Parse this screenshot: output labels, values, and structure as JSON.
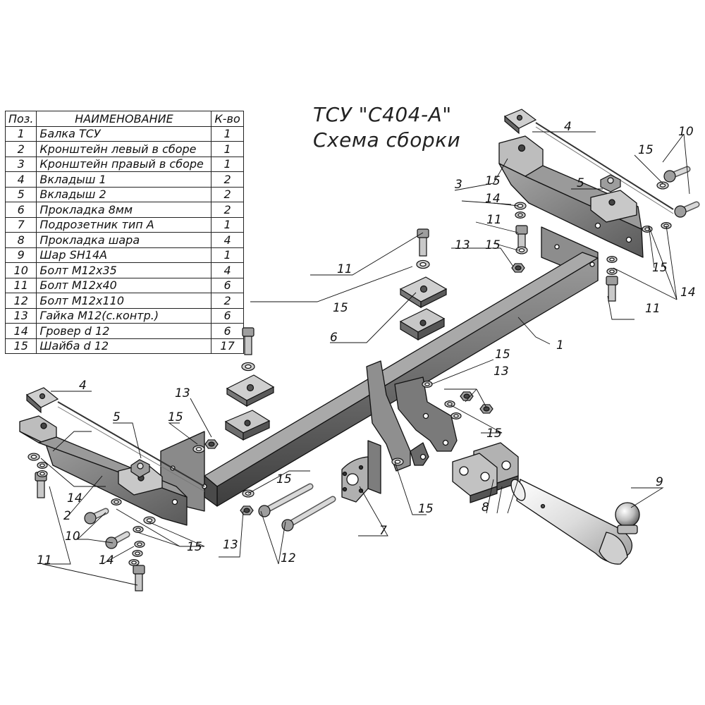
{
  "title": {
    "line1": "ТСУ \"С404-А\"",
    "line2": "Схема сборки"
  },
  "bom": {
    "headers": {
      "pos": "Поз.",
      "name": "НАИМЕНОВАНИЕ",
      "qty": "К-во"
    },
    "rows": [
      {
        "pos": "1",
        "name": "Балка ТСУ",
        "qty": "1"
      },
      {
        "pos": "2",
        "name": "Кронштейн левый в сборе",
        "qty": "1"
      },
      {
        "pos": "3",
        "name": "Кронштейн правый в сборе",
        "qty": "1"
      },
      {
        "pos": "4",
        "name": "Вкладыш 1",
        "qty": "2"
      },
      {
        "pos": "5",
        "name": "Вкладыш 2",
        "qty": "2"
      },
      {
        "pos": "6",
        "name": "Прокладка 8мм",
        "qty": "2"
      },
      {
        "pos": "7",
        "name": "Подрозетник тип А",
        "qty": "1"
      },
      {
        "pos": "8",
        "name": "Прокладка шара",
        "qty": "4"
      },
      {
        "pos": "9",
        "name": "Шар SH14A",
        "qty": "1"
      },
      {
        "pos": "10",
        "name": "Болт М12х35",
        "qty": "4"
      },
      {
        "pos": "11",
        "name": "Болт М12х40",
        "qty": "6"
      },
      {
        "pos": "12",
        "name": "Болт М12х110",
        "qty": "2"
      },
      {
        "pos": "13",
        "name": "Гайка М12(с.контр.)",
        "qty": "6"
      },
      {
        "pos": "14",
        "name": "Гровер d 12",
        "qty": "6"
      },
      {
        "pos": "15",
        "name": "Шайба d 12",
        "qty": "17"
      }
    ]
  },
  "callouts": {
    "c1": "1",
    "c2": "2",
    "c3": "3",
    "c4a": "4",
    "c4b": "4",
    "c5a": "5",
    "c5b": "5",
    "c6": "6",
    "c7": "7",
    "c8": "8",
    "c9": "9",
    "c10a": "10",
    "c10b": "10",
    "c11a": "11",
    "c11b": "11",
    "c11c": "11",
    "c11d": "11",
    "c12": "12",
    "c13a": "13",
    "c13b": "13",
    "c13c": "13",
    "c13d": "13",
    "c14a": "14",
    "c14b": "14",
    "c14c": "14",
    "c14d": "14",
    "c15a": "15",
    "c15b": "15",
    "c15c": "15",
    "c15d": "15",
    "c15e": "15",
    "c15f": "15",
    "c15g": "15",
    "c15h": "15",
    "c15i": "15",
    "c15j": "15",
    "c15k": "15"
  },
  "colors": {
    "metal_dark": "#5f5f5f",
    "metal_mid": "#8a8a8a",
    "metal_light": "#b9b9b9",
    "chrome": "#e6e6e6",
    "line": "#111111"
  }
}
